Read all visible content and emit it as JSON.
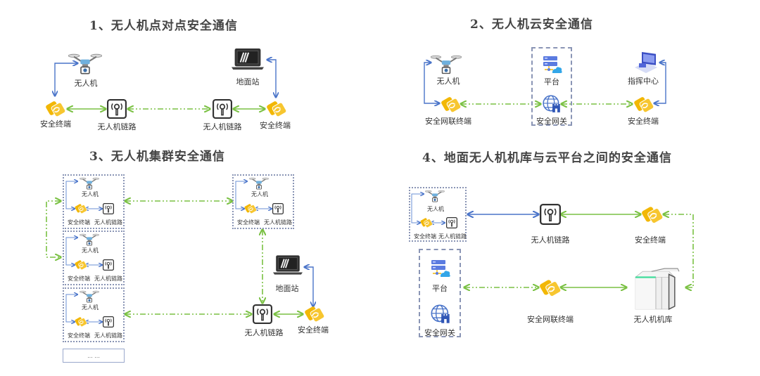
{
  "colors": {
    "green_link": "#7ac143",
    "blue_link": "#4a74c9",
    "terminal_yellow": "#f2b705",
    "box_border": "#8a95b5"
  },
  "panel1": {
    "title": "1、无人机点对点安全通信",
    "drone": "无人机",
    "ground_station": "地面站",
    "terminal_left": "安全终端",
    "link_left": "无人机链路",
    "link_right": "无人机链路",
    "terminal_right": "安全终端"
  },
  "panel2": {
    "title": "2、无人机云安全通信",
    "drone": "无人机",
    "platform": "平台",
    "command_center": "指挥中心",
    "network_terminal": "安全网联终端",
    "gateway": "安全网关",
    "terminal": "安全终端"
  },
  "panel3": {
    "title": "3、无人机集群安全通信",
    "cluster_units": [
      {
        "drone": "无人机",
        "terminal": "安全终端",
        "link": "无人机链路"
      },
      {
        "drone": "无人机",
        "terminal": "安全终端",
        "link": "无人机链路"
      },
      {
        "drone": "无人机",
        "terminal": "安全终端",
        "link": "无人机链路"
      },
      {
        "drone": "无人机",
        "terminal": "安全终端",
        "link": "无人机链路"
      }
    ],
    "more": "... ...",
    "ground_station": "地面站",
    "link": "无人机链路",
    "terminal": "安全终端"
  },
  "panel4": {
    "title": "4、地面无人机机库与云平台之间的安全通信",
    "unit": {
      "drone": "无人机",
      "terminal": "安全终端",
      "link": "无人机链路"
    },
    "link": "无人机链路",
    "terminal": "安全终端",
    "platform": "平台",
    "gateway": "安全网关",
    "network_terminal": "安全网联终端",
    "hangar": "无人机机库"
  }
}
